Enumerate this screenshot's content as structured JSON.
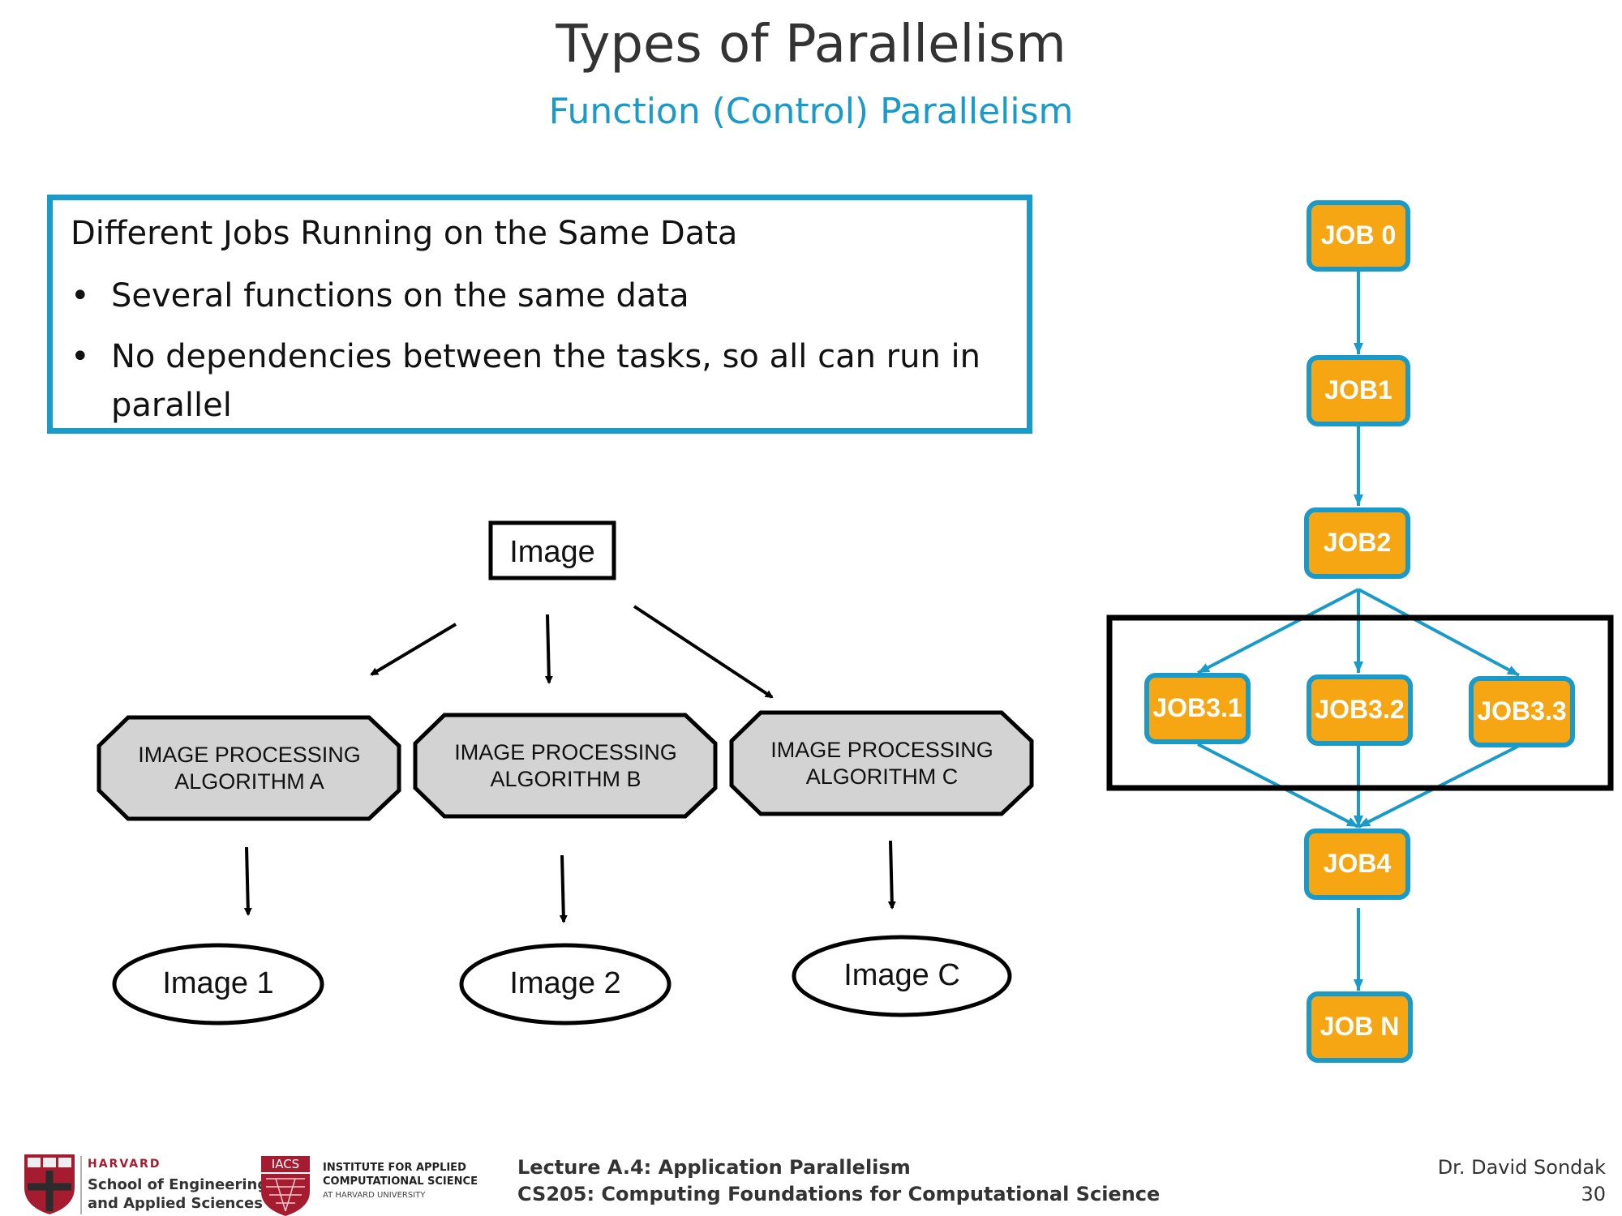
{
  "title": "Types of Parallelism",
  "subtitle": "Function (Control) Parallelism",
  "info": {
    "heading": "Different Jobs Running on the Same Data",
    "bullets": [
      "Several functions on the same data",
      "No dependencies between the tasks, so all can run in parallel"
    ],
    "bullet_symbol": "•"
  },
  "left_diagram": {
    "source": "Image",
    "algorithms": [
      {
        "line1": "IMAGE PROCESSING",
        "line2": "ALGORITHM A"
      },
      {
        "line1": "IMAGE PROCESSING",
        "line2": "ALGORITHM B"
      },
      {
        "line1": "IMAGE PROCESSING",
        "line2": "ALGORITHM C"
      }
    ],
    "outputs": [
      "Image 1",
      "Image 2",
      "Image C"
    ]
  },
  "job_graph": {
    "jobs": [
      "JOB 0",
      "JOB1",
      "JOB2",
      "JOB3.1",
      "JOB3.2",
      "JOB3.3",
      "JOB4",
      "JOB N"
    ],
    "colors": {
      "fill": "#f7a613",
      "stroke": "#1a9ac9",
      "arrow": "#1a9ac9",
      "highlight": "#000000"
    }
  },
  "footer": {
    "harvard_top": "HARVARD",
    "harvard_line1": "School of Engineering",
    "harvard_line2": "and Applied Sciences",
    "iacs_badge": "IACS",
    "iacs_line1": "INSTITUTE FOR APPLIED",
    "iacs_line2": "COMPUTATIONAL SCIENCE",
    "iacs_line3": "AT HARVARD UNIVERSITY",
    "lecture": "Lecture A.4: Application Parallelism",
    "course": "CS205: Computing Foundations for Computational Science",
    "author": "Dr. David Sondak",
    "page": "30"
  }
}
